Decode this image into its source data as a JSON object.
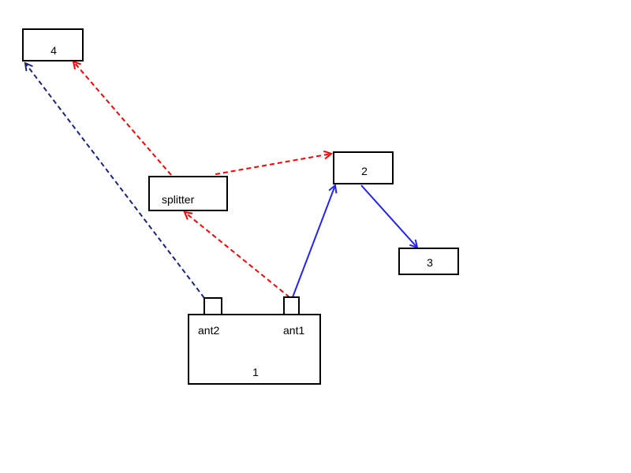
{
  "nodes": {
    "n1": {
      "label": "1",
      "ports": {
        "ant1": "ant1",
        "ant2": "ant2"
      }
    },
    "n2": {
      "label": "2"
    },
    "n3": {
      "label": "3"
    },
    "n4": {
      "label": "4"
    },
    "splitter": {
      "label": "splitter"
    }
  },
  "edges": [
    {
      "from": "ant2",
      "to": "4",
      "style": "dashed",
      "color": "#1a237e"
    },
    {
      "from": "splitter",
      "to": "4",
      "style": "dashed",
      "color": "#ff0000"
    },
    {
      "from": "splitter",
      "to": "2",
      "style": "dashed",
      "color": "#ff0000"
    },
    {
      "from": "ant1",
      "to": "splitter",
      "style": "dashed",
      "color": "#ff0000"
    },
    {
      "from": "ant1",
      "to": "2",
      "style": "solid",
      "color": "#2222ff"
    },
    {
      "from": "2",
      "to": "3",
      "style": "solid",
      "color": "#2222ff"
    }
  ]
}
